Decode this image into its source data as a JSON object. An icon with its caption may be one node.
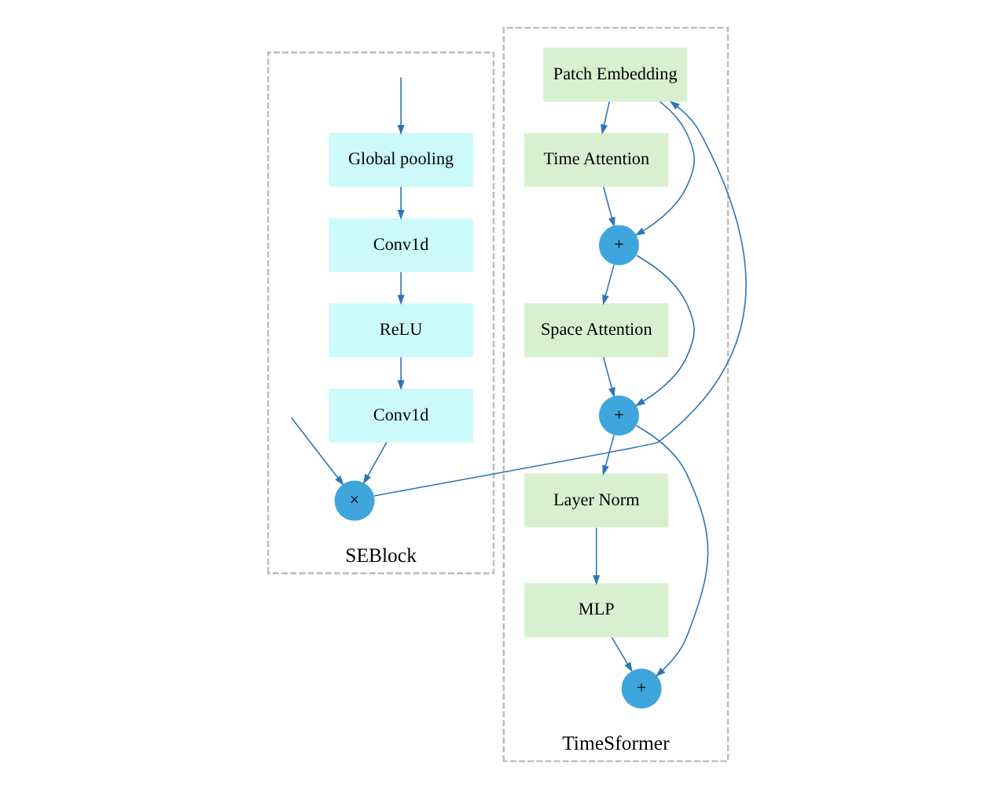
{
  "diagram": {
    "nodes": [
      {
        "text": [
          "SEBlock"
        ]
      },
      {
        "text": [
          "Global pooling"
        ],
        "in": 0
      },
      {
        "text": [
          "Conv1d"
        ],
        "in": 0
      },
      {
        "text": [
          "ReLU"
        ],
        "in": 0
      },
      {
        "text": [
          "Conv1d"
        ],
        "in": 0
      },
      {
        "text": [
          "×"
        ],
        "in": 0
      },
      {
        "text": [
          "TimeSformer"
        ]
      },
      {
        "text": [
          "Patch Embedding"
        ],
        "in": 6
      },
      {
        "text": [
          "Time Attention"
        ],
        "in": 6
      },
      {
        "text": [
          "+"
        ],
        "in": 6
      },
      {
        "text": [
          "Space Attention"
        ],
        "in": 6
      },
      {
        "text": [
          "+"
        ],
        "in": 6
      },
      {
        "text": [
          "Layer Norm"
        ],
        "in": 6
      },
      {
        "text": [
          "MLP"
        ],
        "in": 6
      },
      {
        "text": [
          "+"
        ],
        "in": 6
      }
    ],
    "edges": [
      {
        "from": null,
        "to": 1,
        "arrow": "to"
      },
      {
        "from": null,
        "to": 5,
        "arrow": "to"
      },
      {
        "from": 1,
        "to": 2,
        "arrow": "to"
      },
      {
        "from": 2,
        "to": 3,
        "arrow": "to"
      },
      {
        "from": 3,
        "to": 4,
        "arrow": "to"
      },
      {
        "from": 4,
        "to": 5,
        "arrow": "to"
      },
      {
        "from": 5,
        "to": 7,
        "arrow": "to"
      },
      {
        "from": 7,
        "to": 8,
        "arrow": "to"
      },
      {
        "from": 7,
        "to": 9,
        "arrow": "to"
      },
      {
        "from": 8,
        "to": 9,
        "arrow": "to"
      },
      {
        "from": 9,
        "to": 10,
        "arrow": "to"
      },
      {
        "from": 9,
        "to": 11,
        "arrow": "to"
      },
      {
        "from": 10,
        "to": 11,
        "arrow": "to"
      },
      {
        "from": 11,
        "to": 12,
        "arrow": "to"
      },
      {
        "from": 11,
        "to": 14,
        "arrow": "to"
      },
      {
        "from": 12,
        "to": 13,
        "arrow": "to"
      },
      {
        "from": 13,
        "to": 14,
        "arrow": "to"
      }
    ]
  }
}
